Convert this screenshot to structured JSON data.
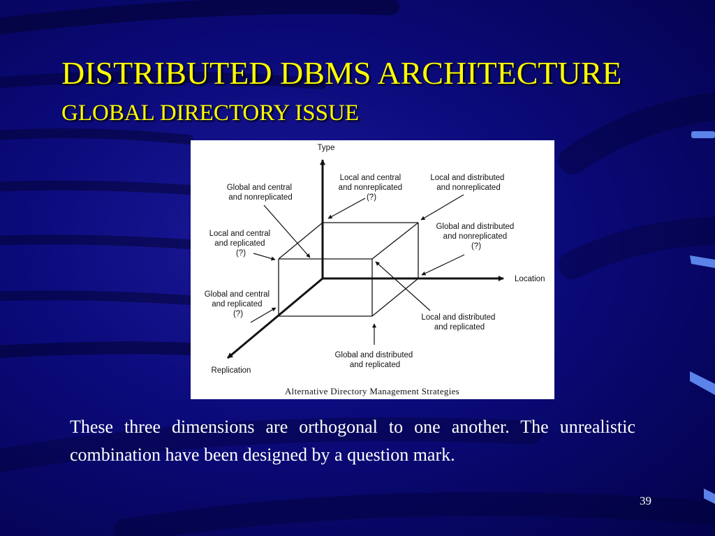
{
  "slide": {
    "title": "DISTRIBUTED DBMS ARCHITECTURE",
    "subtitle": "GLOBAL DIRECTORY ISSUE",
    "body": "These three dimensions are orthogonal to one another. The unrealistic combination have been designed by a question mark.",
    "page_number": "39"
  },
  "diagram": {
    "caption": "Alternative Directory Management Strategies",
    "axes": {
      "type": "Type",
      "location": "Location",
      "replication": "Replication"
    },
    "labels": {
      "global_central_nonreplicated": [
        "Global and central",
        "and nonreplicated"
      ],
      "local_central_nonreplicated": [
        "Local and central",
        "and nonreplicated",
        "(?)"
      ],
      "local_distributed_nonreplicated": [
        "Local and distributed",
        "and nonreplicated"
      ],
      "local_central_replicated": [
        "Local and central",
        "and replicated",
        "(?)"
      ],
      "global_distributed_nonreplicated": [
        "Global and distributed",
        "and nonreplicated",
        "(?)"
      ],
      "global_central_replicated": [
        "Global and central",
        "and replicated",
        "(?)"
      ],
      "local_distributed_replicated": [
        "Local and distributed",
        "and replicated"
      ],
      "global_distributed_replicated": [
        "Global and distributed",
        "and replicated"
      ]
    }
  },
  "colors": {
    "title": "#ffff00",
    "body_text": "#ffffff",
    "background": "#0b0a7a"
  }
}
